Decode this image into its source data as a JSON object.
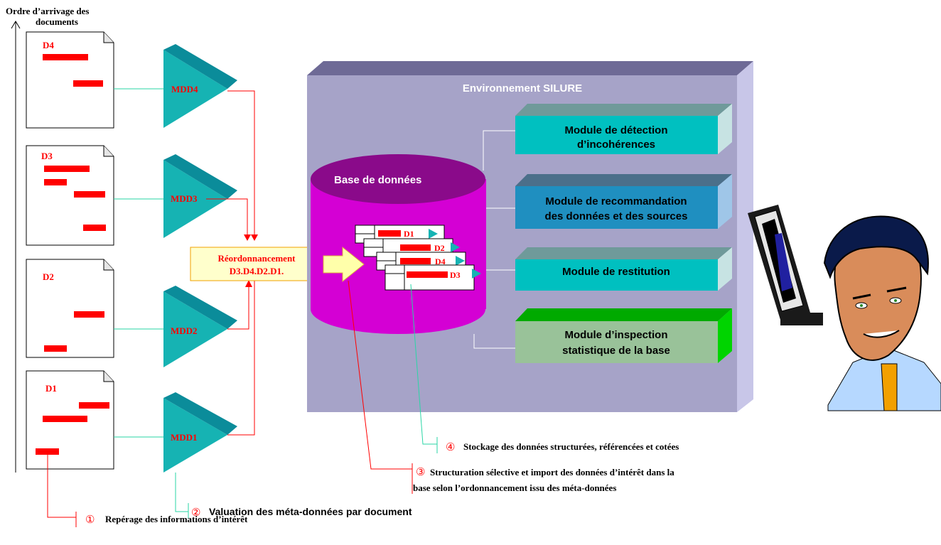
{
  "axis": {
    "label_line1": "Ordre d’arrivage des",
    "label_line2": "documents"
  },
  "documents": [
    {
      "id": "D4",
      "metadata": "MDD4"
    },
    {
      "id": "D3",
      "metadata": "MDD3"
    },
    {
      "id": "D2",
      "metadata": "MDD2"
    },
    {
      "id": "D1",
      "metadata": "MDD1"
    }
  ],
  "reorder": {
    "line1": "Réordonnancement",
    "line2": "D3.D4.D2.D1."
  },
  "environment": {
    "title": "Environnement SILURE"
  },
  "database": {
    "title": "Base de données",
    "records": [
      "D1",
      "D2",
      "D4",
      "D3"
    ]
  },
  "modules": [
    {
      "line1": "Module de détection",
      "line2": "d’incohérences"
    },
    {
      "line1": "Module de recommandation",
      "line2": "des données et des sources"
    },
    {
      "line1": "Module de restitution",
      "line2": ""
    },
    {
      "line1": "Module d’inspection",
      "line2": "statistique de la base"
    }
  ],
  "steps": [
    {
      "num": "①",
      "text": "Repérage des informations d’intérêt"
    },
    {
      "num": "②",
      "text": "Valuation des méta-données par document"
    },
    {
      "num": "③",
      "line1": "Structuration sélective et import des données d’intérêt dans la",
      "line2": "base selon l’ordonnancement issu des méta-données"
    },
    {
      "num": "④",
      "text": "Stockage des données structurées, référencées et cotées"
    }
  ],
  "colors": {
    "red": "#ff0000",
    "teal": "#16b3b3",
    "teal_dark": "#0b8c9a",
    "env_face": "#a6a3c8",
    "db_magenta": "#d400d4",
    "module_teal": "#00c0c0",
    "module_blue": "#1f8fc0",
    "module_green": "#99c299"
  }
}
